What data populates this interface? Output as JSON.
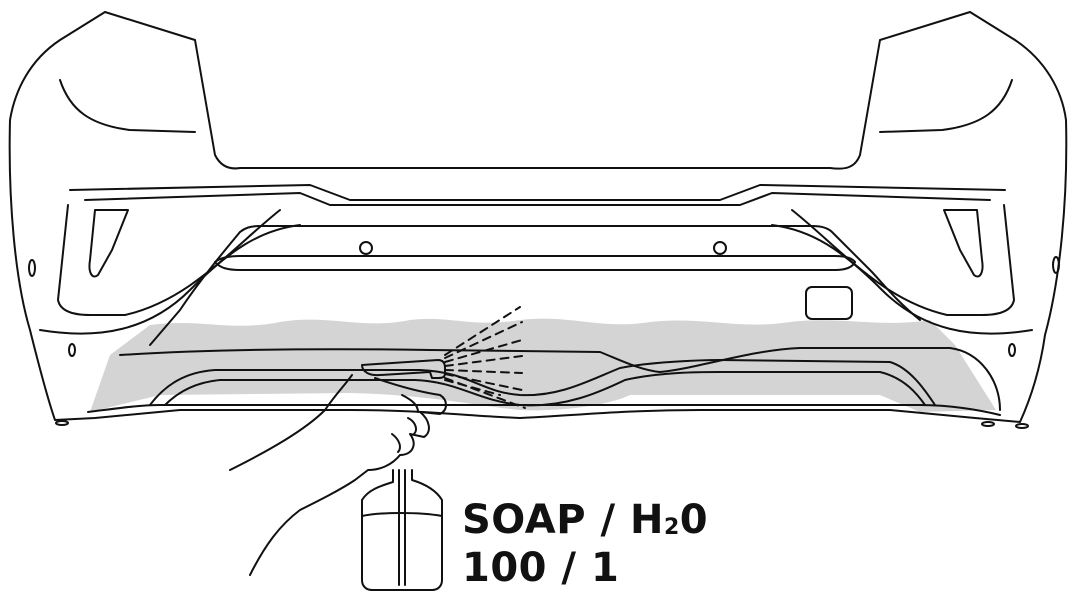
{
  "label": {
    "soap_part": "SOAP / H",
    "subscript": "2",
    "water_tail": "0",
    "ratio": "100 / 1"
  },
  "colors": {
    "line": "#111111",
    "wet_zone": "#d4d4d4",
    "background": "#ffffff"
  },
  "icons": [
    "spray-bottle-icon",
    "hand-icon",
    "spray-mist-icon",
    "bumper-illustration"
  ]
}
